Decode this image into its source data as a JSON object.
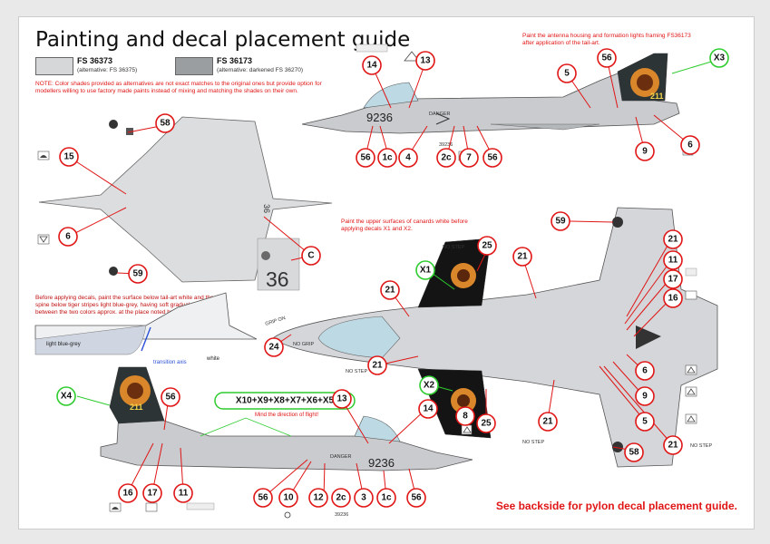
{
  "title": "Painting and decal placement guide",
  "swatches": [
    {
      "code": "FS 36373",
      "alt": "(alternative: FS 36375)",
      "color": "#d6d7d9"
    },
    {
      "code": "FS 36173",
      "alt": "(alternative: darkened FS 36270)",
      "color": "#9b9ea1"
    }
  ],
  "color_note": "NOTE: Color shades provided as alternatives are not exact matches to the original ones but provide option for modellers willing to use factory made paints instead of mixing and matching the shades on their own.",
  "antenna_note": "Paint the antenna housing and formation lights framing FS36173 after application of the tail-art.",
  "canard_note": "Paint the upper surfaces of canards white before applying decals X1 and X2.",
  "tail_note": "Before applying decals, paint the surface below tail-art white and the spine below tiger stripes light blue-grey, having soft gradual transition between the two colors approx. at the place noted by blue line.",
  "profile_labels": {
    "light": "light blue-grey",
    "transition": "transition axis",
    "white": "white"
  },
  "stripes_label": "X10+X9+X8+X7+X6+X5",
  "stripes_note": "Mind the direction of flight!",
  "serial": "9236",
  "serial_small": "39236",
  "tail_code": "36",
  "danger": "DANGER",
  "no_step": "NO STEP",
  "no_grip": "NO GRIP",
  "grip_on": "GRIP ON",
  "bottom_note": "See backside for pylon decal placement guide.",
  "callouts": {
    "top_profile": [
      "14",
      "13",
      "5",
      "56",
      "X3",
      "56",
      "1c",
      "4",
      "2c",
      "7",
      "56",
      "9",
      "6"
    ],
    "plan": [
      "58",
      "15",
      "6",
      "59",
      "C"
    ],
    "top_view": [
      "59",
      "25",
      "21",
      "21",
      "11",
      "17",
      "16",
      "X1",
      "21",
      "24",
      "21",
      "X2",
      "8",
      "25",
      "6",
      "9",
      "5",
      "21",
      "21",
      "58"
    ],
    "bottom_profile": [
      "X4",
      "56",
      "16",
      "17",
      "11",
      "13",
      "14",
      "56",
      "10",
      "12",
      "2c",
      "3",
      "1c",
      "56"
    ]
  }
}
